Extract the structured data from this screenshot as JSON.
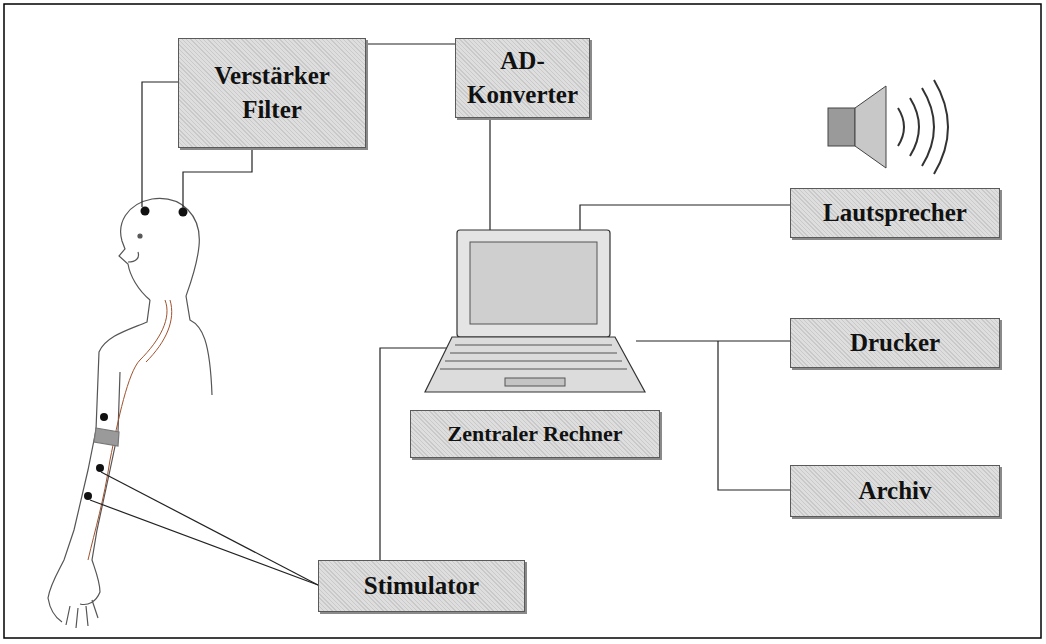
{
  "diagram": {
    "nodes": [
      {
        "text": [
          "Verstärker Filter"
        ]
      },
      {
        "text": [
          "AD- Konverter"
        ]
      },
      {
        "text": [
          "Lautsprecher"
        ]
      },
      {
        "text": [
          "Drucker"
        ]
      },
      {
        "text": [
          "Zentraler Rechner"
        ]
      },
      {
        "text": [
          "Archiv"
        ]
      },
      {
        "text": [
          "Stimulator"
        ]
      }
    ],
    "edges": [
      {
        "from": 0,
        "to": 1,
        "arrow": "none"
      }
    ]
  }
}
